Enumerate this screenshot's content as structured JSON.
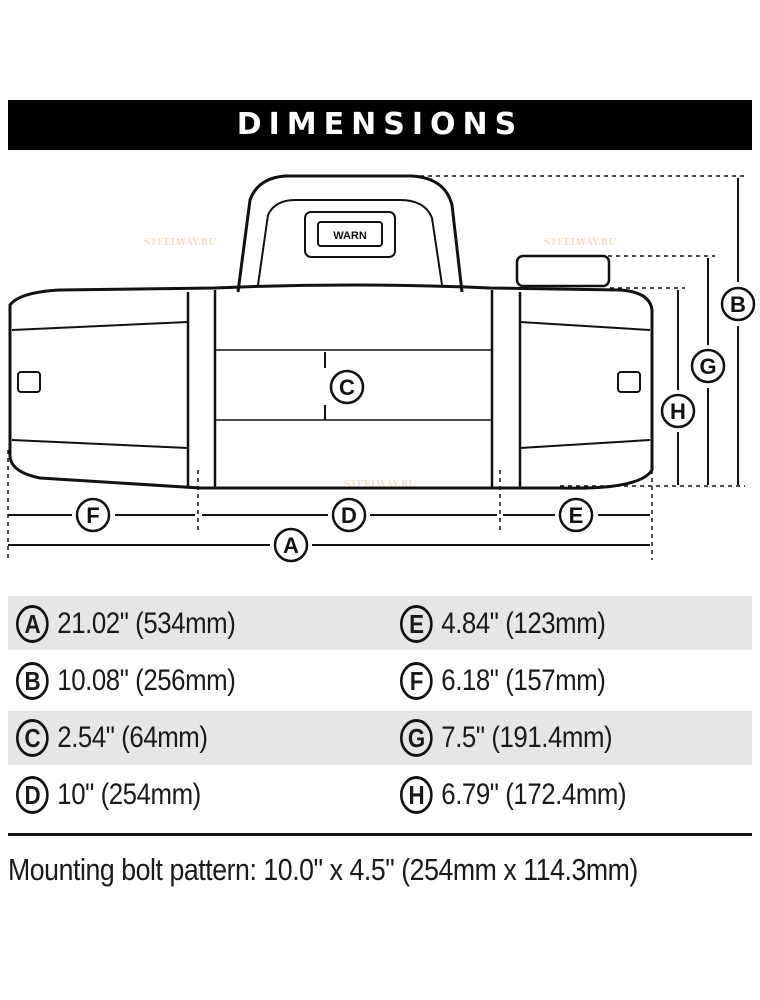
{
  "header": {
    "title": "DIMENSIONS"
  },
  "diagram": {
    "brand_logo": "WARN",
    "labels": {
      "A": "A",
      "B": "B",
      "C": "C",
      "D": "D",
      "E": "E",
      "F": "F",
      "G": "G",
      "H": "H"
    }
  },
  "dimensions": [
    {
      "letter": "A",
      "value": "21.02\" (534mm)"
    },
    {
      "letter": "B",
      "value": "10.08\" (256mm)"
    },
    {
      "letter": "C",
      "value": "2.54\" (64mm)"
    },
    {
      "letter": "D",
      "value": "10\" (254mm)"
    },
    {
      "letter": "E",
      "value": "4.84\" (123mm)"
    },
    {
      "letter": "F",
      "value": "6.18\" (157mm)"
    },
    {
      "letter": "G",
      "value": "7.5\" (191.4mm)"
    },
    {
      "letter": "H",
      "value": "6.79\" (172.4mm)"
    }
  ],
  "mounting_bolt_pattern": "Mounting bolt pattern: 10.0\" x 4.5\" (254mm x 114.3mm)",
  "watermark": "STEELWAY.RU",
  "colors": {
    "header_bg": "#000000",
    "band": "#e6e6e6",
    "ink": "#1a1a1a"
  }
}
